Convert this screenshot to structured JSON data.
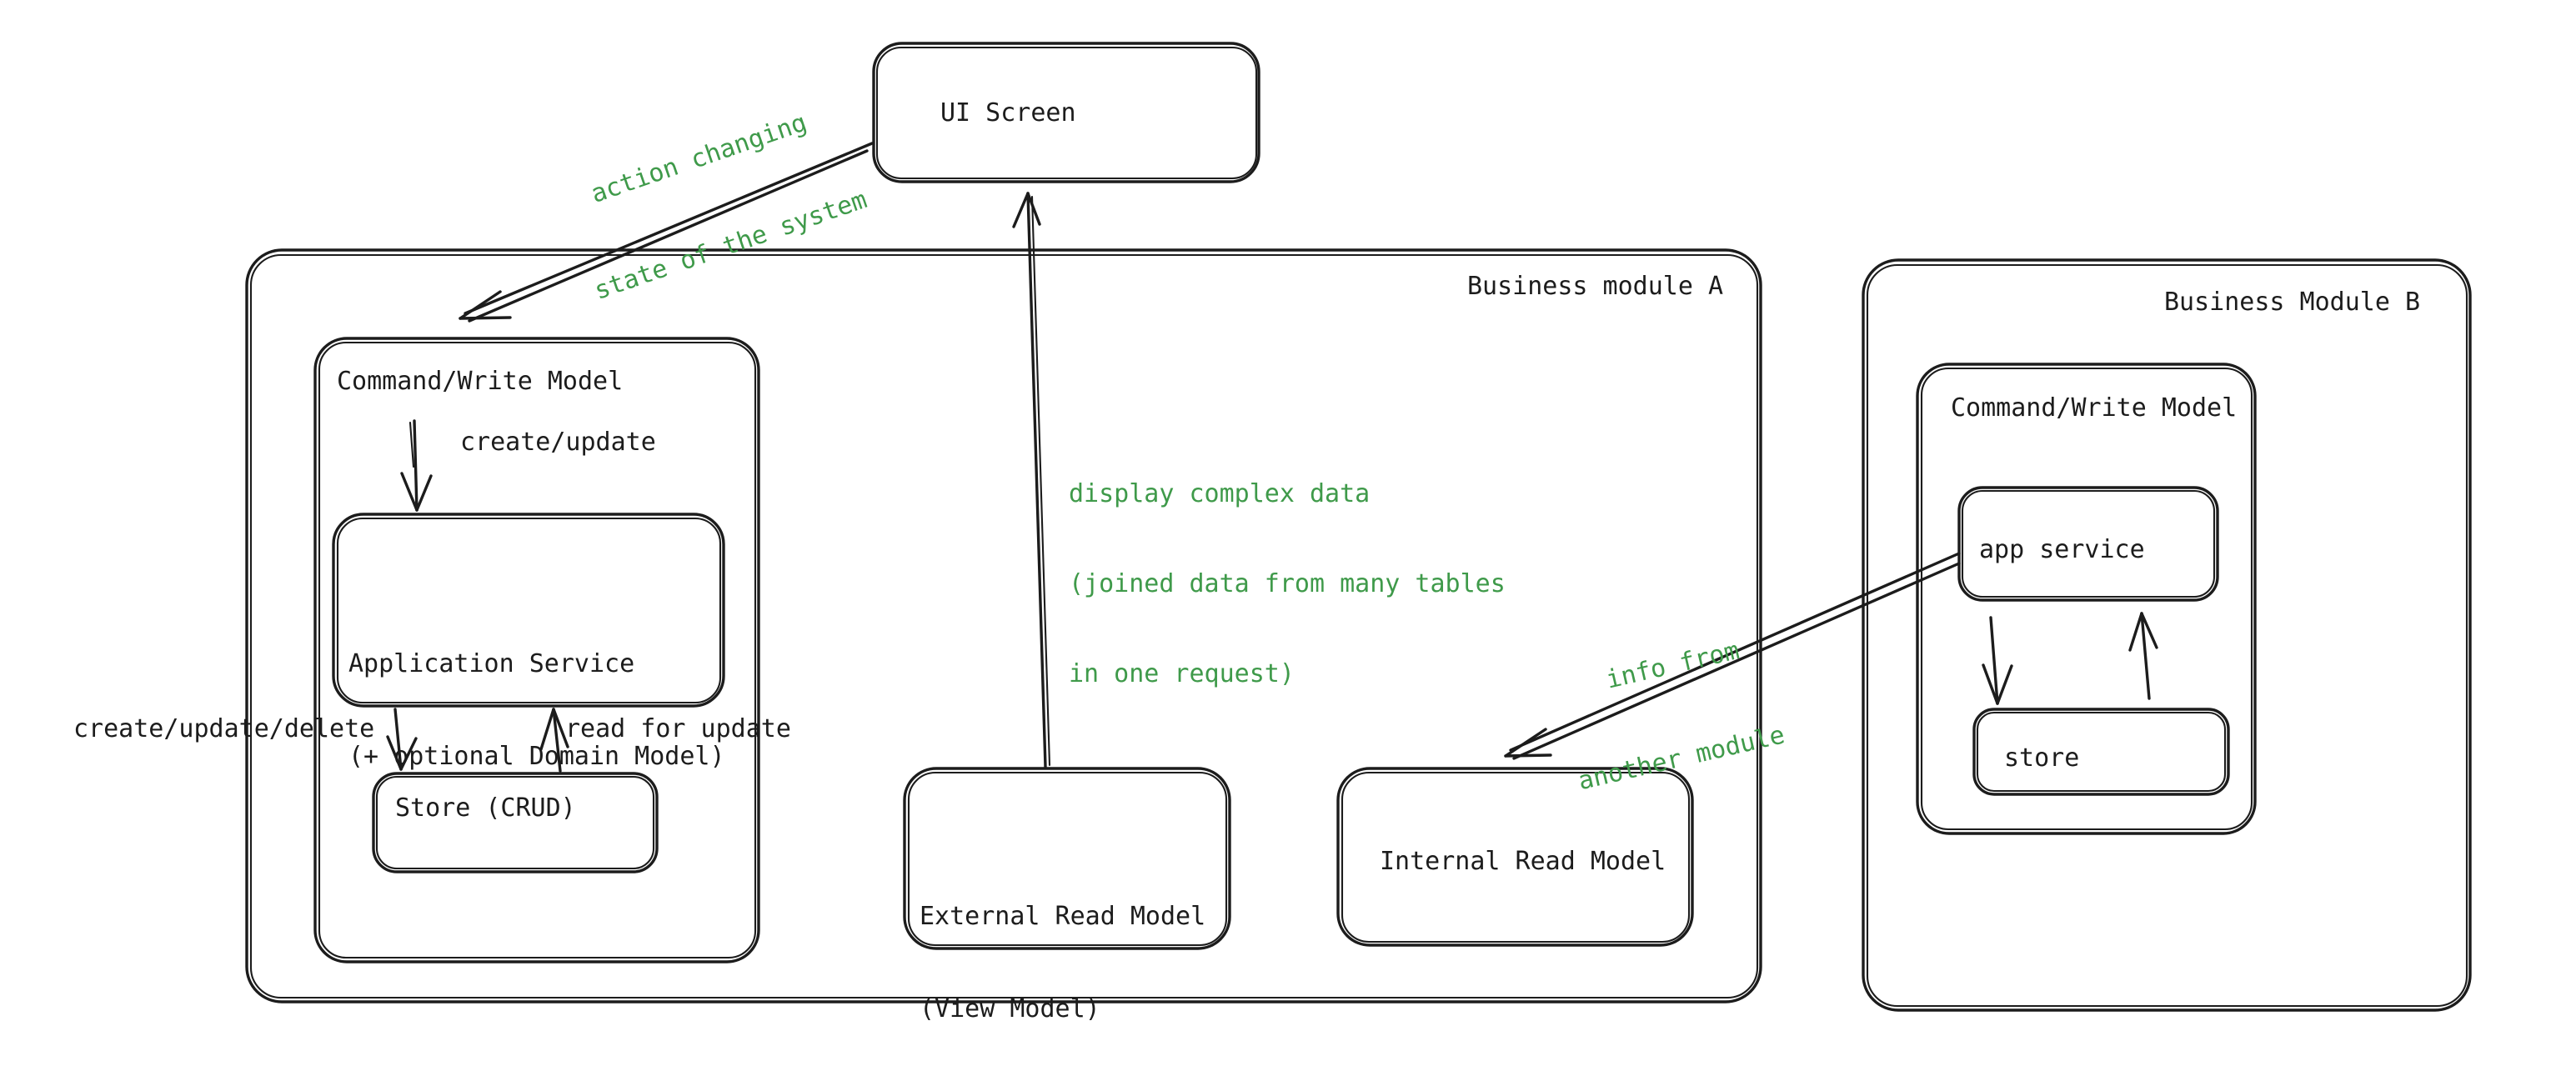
{
  "colors": {
    "ink": "#1c1c1c",
    "annotation_green": "#3f9a4a",
    "background": "#ffffff"
  },
  "nodes": {
    "ui_screen": {
      "label": "UI Screen"
    },
    "module_a": {
      "label": "Business module A"
    },
    "cwm_a": {
      "label": "Command/Write Model"
    },
    "app_service_a": {
      "label_line1": "Application Service",
      "label_line2": "(+ optional Domain Model)"
    },
    "store_a": {
      "label": "Store (CRUD)"
    },
    "external_rm": {
      "label_line1": "External Read Model",
      "label_line2": "(View Model)"
    },
    "internal_rm": {
      "label": "Internal Read Model"
    },
    "module_b": {
      "label": "Business Module B"
    },
    "cwm_b": {
      "label": "Command/Write Model"
    },
    "app_service_b": {
      "label": "app service"
    },
    "store_b": {
      "label": "store"
    }
  },
  "edge_labels": {
    "action_changing": {
      "line1": "action changing",
      "line2": "state of the system"
    },
    "create_update": "create/update",
    "create_update_delete": "create/update/delete",
    "read_for_update": "read for update",
    "display_complex": {
      "line1": "display complex data",
      "line2": "(joined data from many tables",
      "line3": "in one request)"
    },
    "info_from": {
      "line1": "info from",
      "line2": "another module"
    }
  }
}
